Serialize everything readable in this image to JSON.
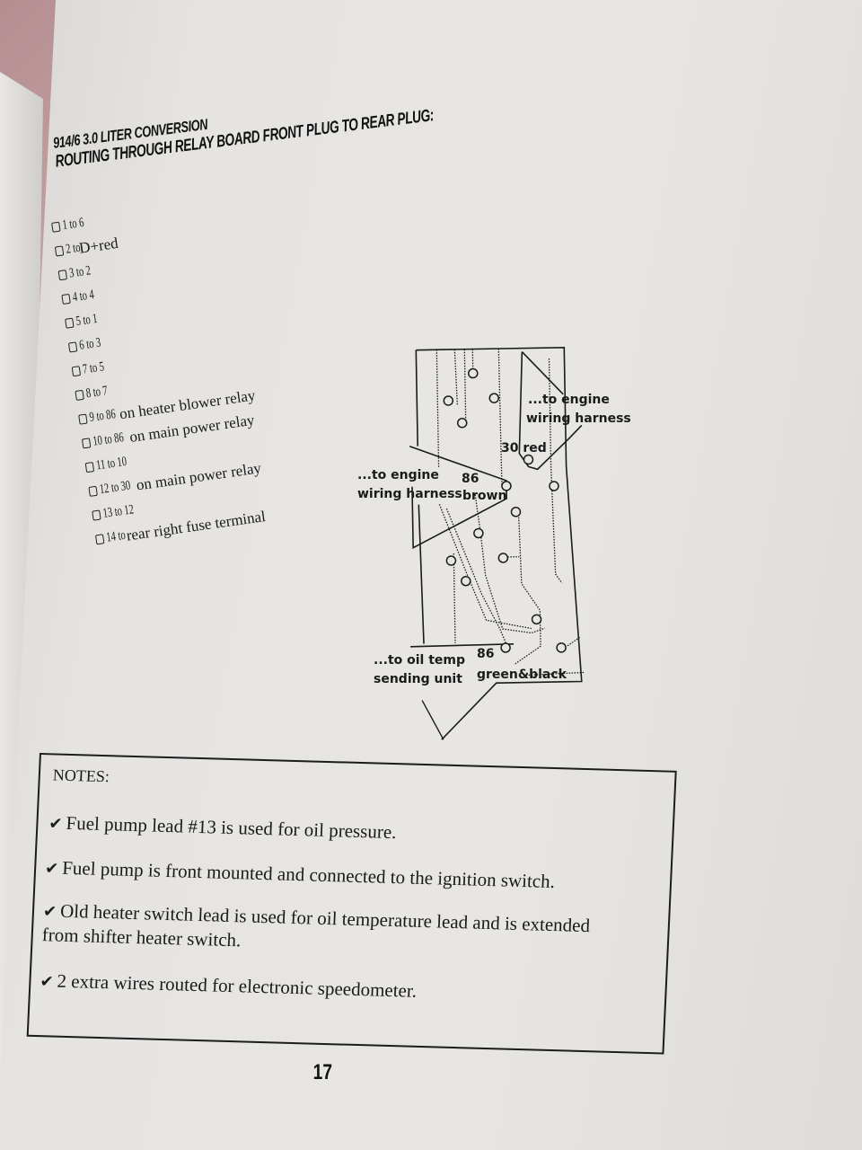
{
  "header": {
    "title": "914/6 3.0 LITER CONVERSION",
    "subtitle": "ROUTING THROUGH RELAY BOARD FRONT PLUG TO REAR PLUG:"
  },
  "steps": [
    {
      "num": "1 to 6",
      "text": ""
    },
    {
      "num": "2 to",
      "text": " D+red"
    },
    {
      "num": "3 to 2",
      "text": ""
    },
    {
      "num": "4 to 4",
      "text": ""
    },
    {
      "num": "5 to 1",
      "text": ""
    },
    {
      "num": "6 to 3",
      "text": ""
    },
    {
      "num": "7 to 5",
      "text": ""
    },
    {
      "num": "8 to 7",
      "text": ""
    },
    {
      "num": "9 to 86",
      "text": " on heater blower relay"
    },
    {
      "num": "10 to 86",
      "text": " on main power relay"
    },
    {
      "num": "11 to 10",
      "text": ""
    },
    {
      "num": "12 to 30",
      "text": " on main power relay"
    },
    {
      "num": "13 to 12",
      "text": ""
    },
    {
      "num": "14 to",
      "text": " rear right fuse terminal"
    }
  ],
  "diagram": {
    "label_engine_top_1": "...to engine",
    "label_engine_top_2": "wiring harness",
    "label_30_red": "30 red",
    "label_engine_left_1": "...to engine",
    "label_engine_left_2": "wiring harness",
    "label_86_brown_num": "86",
    "label_86_brown": "brown",
    "label_oil_1": "...to oil temp",
    "label_oil_2": "sending unit",
    "label_86_gb_num": "86",
    "label_86_gb": "green&black"
  },
  "notes": {
    "title": "NOTES:",
    "items": [
      "Fuel pump lead #13 is used for oil pressure.",
      "Fuel pump is front mounted and connected to the ignition switch.",
      "Old heater switch lead is used for oil temperature lead and is extended from shifter heater switch.",
      "2 extra wires routed for electronic speedometer."
    ],
    "check_icon": "✔"
  },
  "page_number": "17"
}
